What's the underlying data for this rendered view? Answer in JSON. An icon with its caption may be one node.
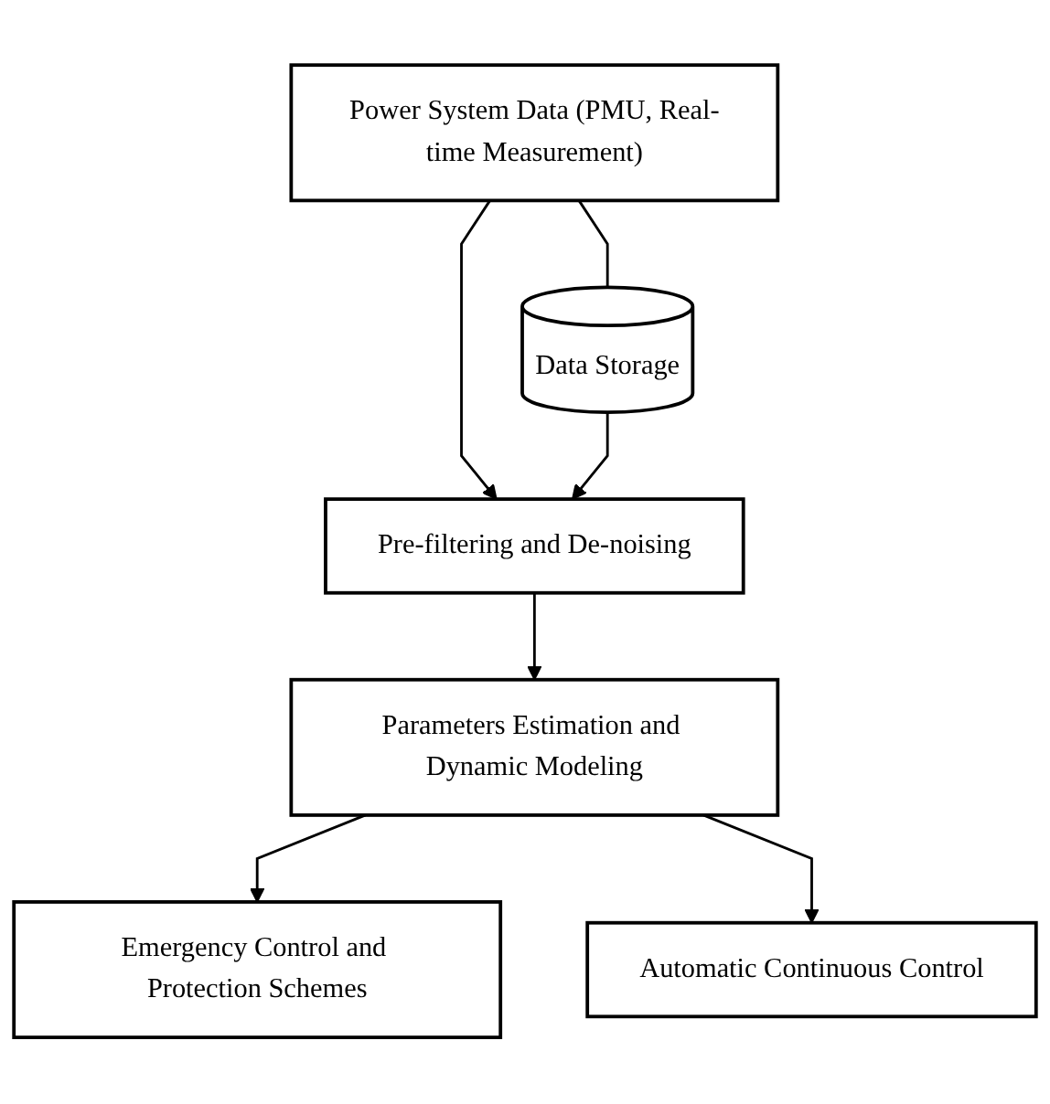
{
  "diagram": {
    "nodes": [
      {
        "text": [
          "Power System Data (PMU, Real-time Measurement)"
        ]
      },
      {
        "text": [
          "Data Storage"
        ]
      },
      {
        "text": [
          "Pre-filtering and De-noising"
        ]
      },
      {
        "text": [
          "Parameters Estimation and Dynamic Modeling"
        ]
      },
      {
        "text": [
          "Emergency Control and Protection Schemes"
        ]
      },
      {
        "text": [
          "Automatic Continuous Control"
        ]
      }
    ],
    "edges": [
      {
        "from": 0,
        "to": 2,
        "arrow": "to"
      },
      {
        "from": 0,
        "to": 1,
        "arrow": "none"
      },
      {
        "from": 1,
        "to": 2,
        "arrow": "to"
      },
      {
        "from": 2,
        "to": 3,
        "arrow": "to"
      },
      {
        "from": 3,
        "to": 4,
        "arrow": "to"
      },
      {
        "from": 3,
        "to": 5,
        "arrow": "to"
      }
    ]
  }
}
